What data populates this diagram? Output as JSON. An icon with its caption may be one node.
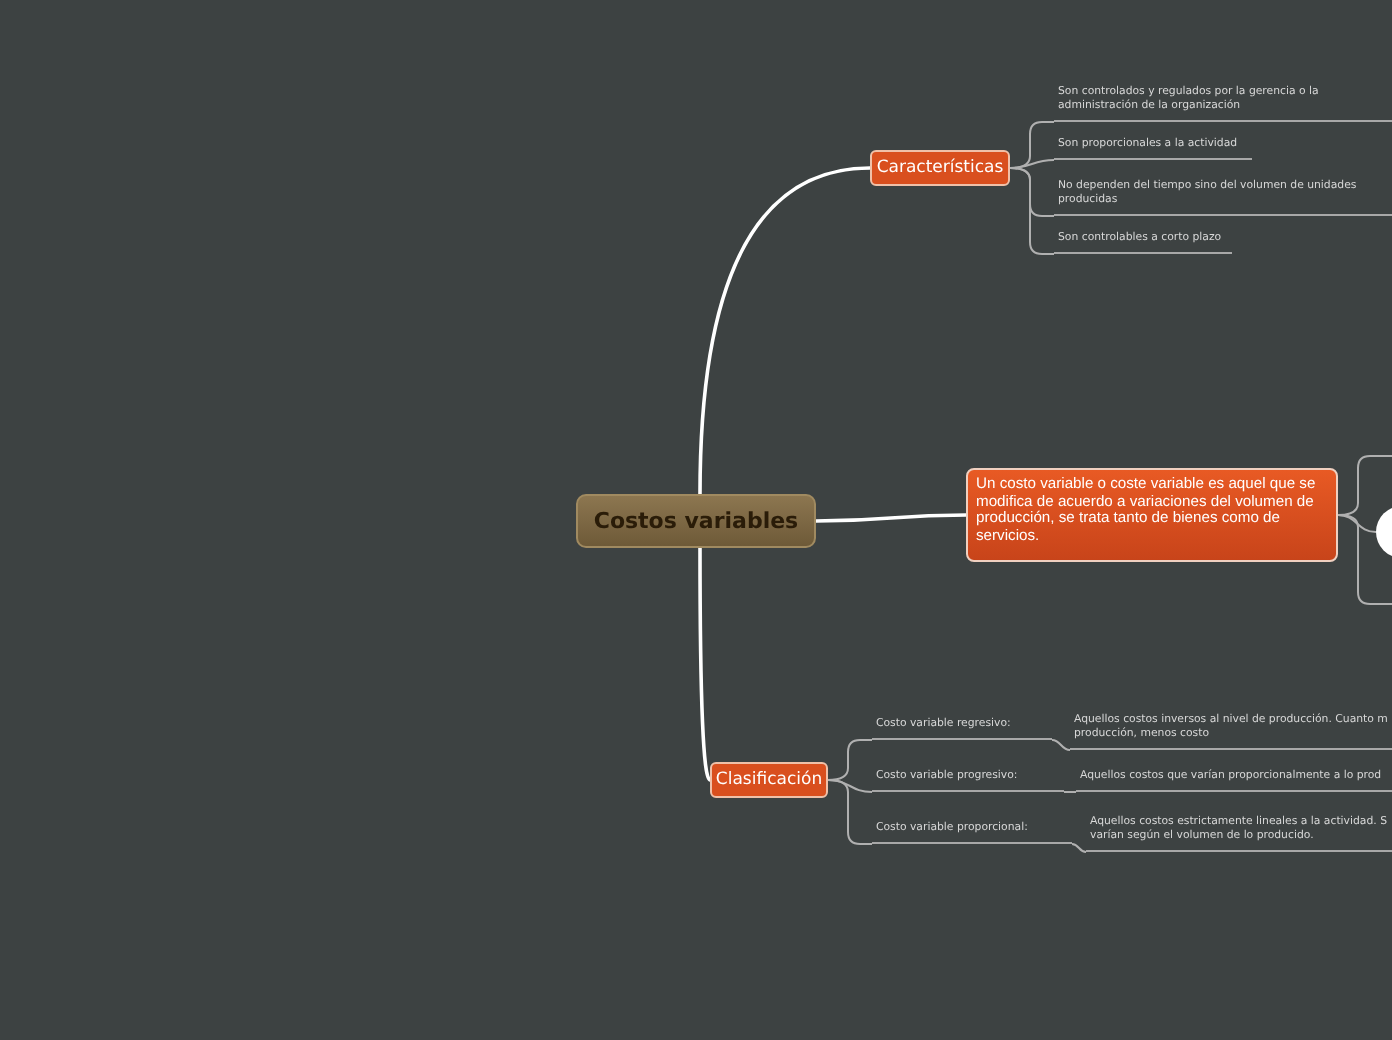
{
  "diagram": {
    "nodes": [
      {
        "text": [
          "Costos variables"
        ]
      },
      {
        "text": [
          "Características"
        ]
      },
      {
        "text": [
          "Son controlados y regulados por la gerencia o la administración de la organización"
        ]
      },
      {
        "text": [
          "Son proporcionales a la actividad"
        ]
      },
      {
        "text": [
          "No dependen del tiempo sino del volumen de unidades producidas"
        ]
      },
      {
        "text": [
          "Son controlables a corto plazo"
        ]
      },
      {
        "text": [
          "Un costo variable o coste variable es aquel que se modifica de acuerdo a variaciones del volumen de producción, se trata tanto de bienes como de servicios."
        ]
      },
      {
        "text": [
          "Clasificación"
        ]
      },
      {
        "text": [
          "Costo variable regresivo:"
        ]
      },
      {
        "text": [
          "Aquellos costos inversos al nivel de producción. Cuanto m producción, menos costo"
        ]
      },
      {
        "text": [
          "Costo variable progresivo:"
        ]
      },
      {
        "text": [
          "Aquellos costos que varían proporcionalmente a lo prod"
        ]
      },
      {
        "text": [
          "Costo variable proporcional:"
        ]
      },
      {
        "text": [
          "Aquellos costos estrictamente lineales a la actividad. S varían según el volumen de lo producido."
        ]
      },
      {
        "text": [],
        "shape": "circle"
      }
    ],
    "edges": [
      {
        "from": 0,
        "to": 1,
        "arrow": "none"
      },
      {
        "from": 1,
        "to": 2,
        "arrow": "none"
      },
      {
        "from": 1,
        "to": 3,
        "arrow": "none"
      },
      {
        "from": 1,
        "to": 4,
        "arrow": "none"
      },
      {
        "from": 1,
        "to": 5,
        "arrow": "none"
      },
      {
        "from": 0,
        "to": 6,
        "arrow": "none"
      },
      {
        "from": 6,
        "to": null,
        "arrow": "none"
      },
      {
        "from": 6,
        "to": 14,
        "arrow": "none"
      },
      {
        "from": 6,
        "to": null,
        "arrow": "none"
      },
      {
        "from": 0,
        "to": 7,
        "arrow": "none"
      },
      {
        "from": 7,
        "to": 8,
        "arrow": "none"
      },
      {
        "from": 7,
        "to": 10,
        "arrow": "none"
      },
      {
        "from": 7,
        "to": 12,
        "arrow": "none"
      },
      {
        "from": 8,
        "to": 9,
        "arrow": "none"
      },
      {
        "from": 10,
        "to": 11,
        "arrow": "none"
      },
      {
        "from": 12,
        "to": 13,
        "arrow": "none"
      }
    ]
  }
}
